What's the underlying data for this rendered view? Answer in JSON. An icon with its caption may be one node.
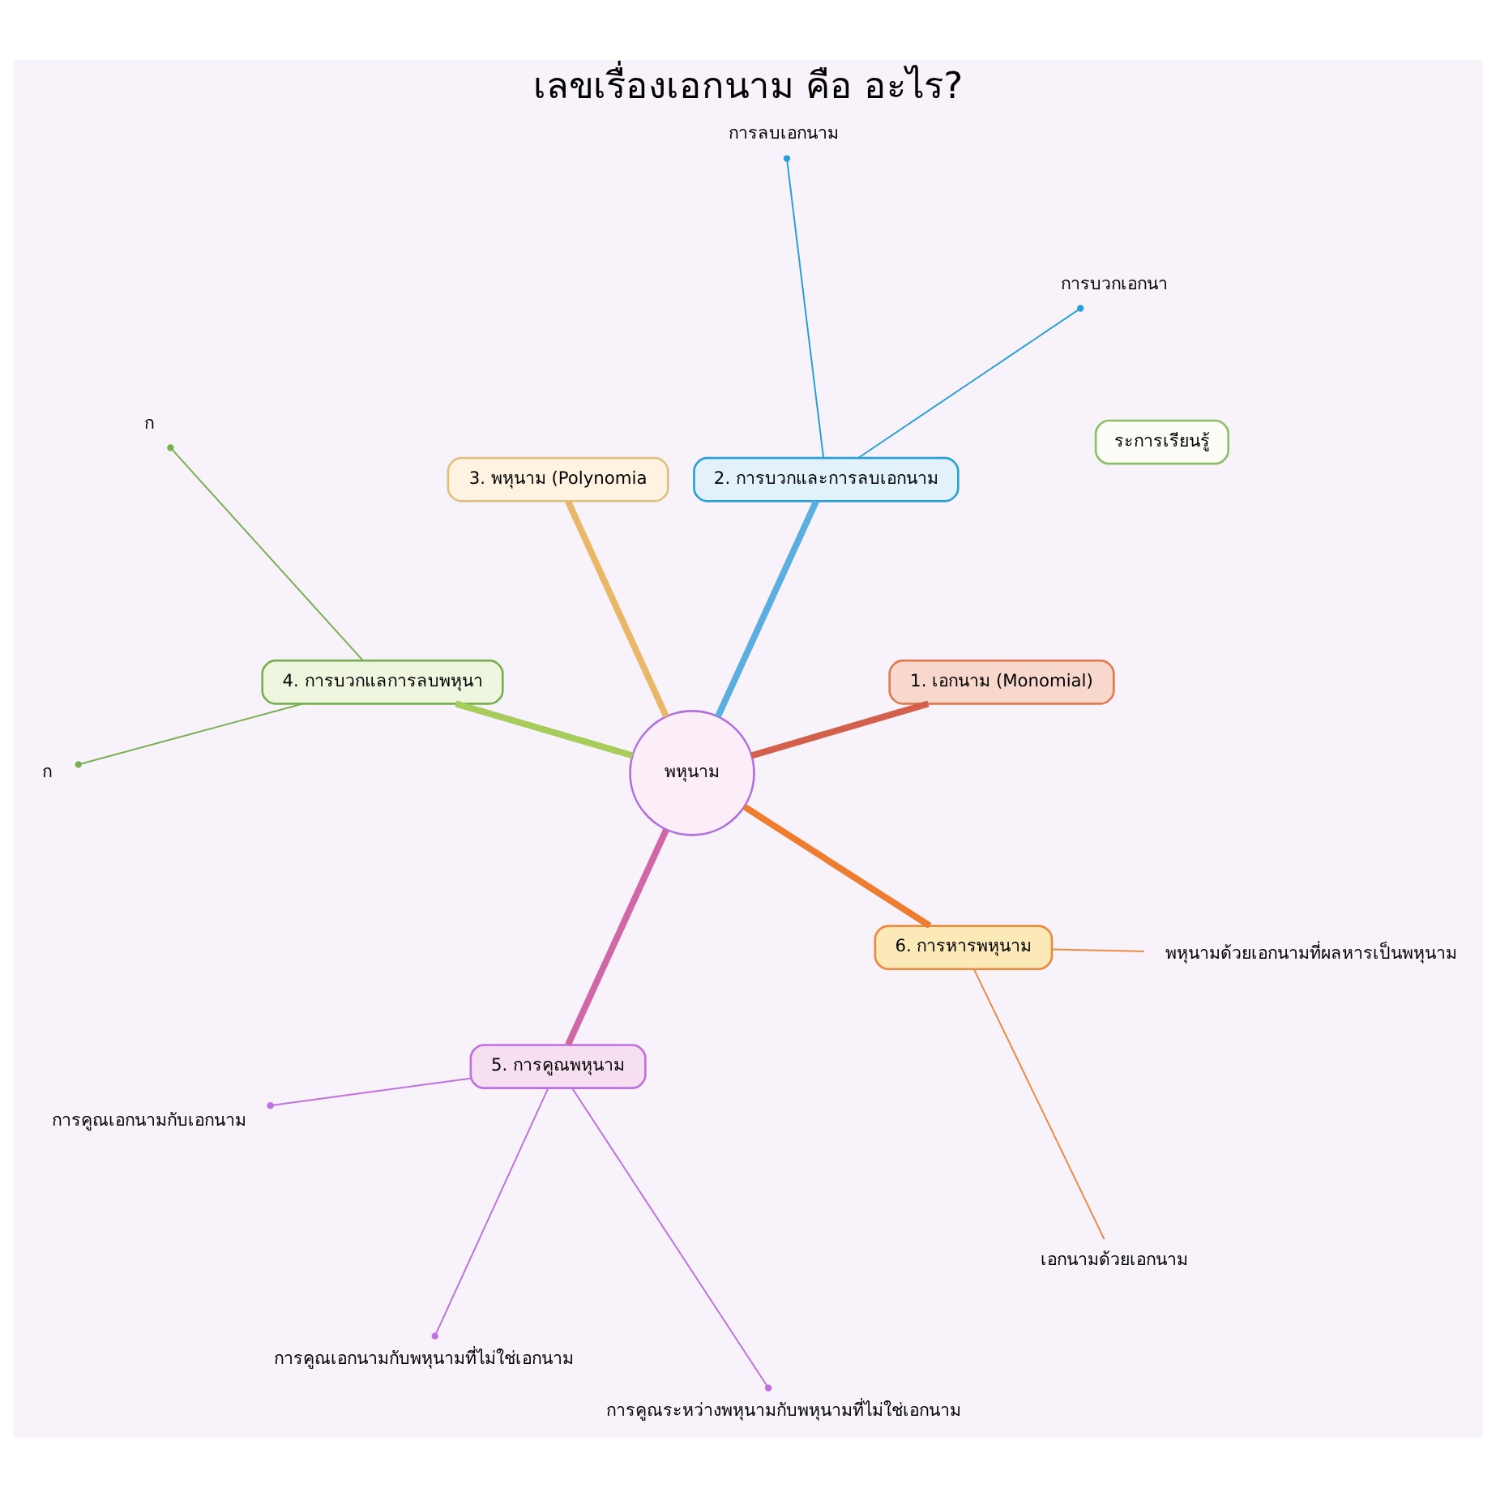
{
  "diagram": {
    "title": "เลขเรื่องเอกนาม คือ อะไร?",
    "nodes": [
      {
        "text": [
          "ระการเรียนรู้"
        ]
      },
      {
        "text": [
          "พหุนาม"
        ]
      },
      {
        "text": [
          "1. เอกนาม (Monomial)"
        ]
      },
      {
        "text": [
          "2. การบวกและการลบเอกนาม"
        ]
      },
      {
        "text": [
          "การบวกเอกนา"
        ]
      },
      {
        "text": [
          "การลบเอกนาม"
        ]
      },
      {
        "text": [
          "3. พหุนาม (Polynomia"
        ]
      },
      {
        "text": [
          "4. การบวกแลการลบพหุนา"
        ]
      },
      {
        "text": [
          "ก"
        ]
      },
      {
        "text": [
          "ก"
        ]
      },
      {
        "text": [
          "5. การคูณพหุนาม"
        ]
      },
      {
        "text": [
          "การคูณเอกนามกับเอกนาม"
        ]
      },
      {
        "text": [
          "การคูณเอกนามกับพหุนามที่ไม่ใช่เอกนาม"
        ]
      },
      {
        "text": [
          "การคูณระหว่างพหุนามกับพหุนามที่ไม่ใช่เอกนาม"
        ]
      },
      {
        "text": [
          "6. การหารพหุนาม"
        ]
      },
      {
        "text": [
          "เอกนามด้วยเอกนาม"
        ]
      },
      {
        "text": [
          "พหุนามด้วยเอกนามที่ผลหารเป็นพหุนาม"
        ]
      }
    ],
    "edges": [
      {
        "from": 1,
        "to": 2,
        "arrow": "none",
        "style": "thick",
        "color": "#d2604a"
      },
      {
        "from": 1,
        "to": 3,
        "arrow": "none",
        "style": "thick",
        "color": "#5aaee0"
      },
      {
        "from": 3,
        "to": 4,
        "arrow": "other",
        "color": "#2a9fd8"
      },
      {
        "from": 3,
        "to": 5,
        "arrow": "other",
        "color": "#2a9fd8"
      },
      {
        "from": 1,
        "to": 6,
        "arrow": "none",
        "style": "thick",
        "color": "#e8b868"
      },
      {
        "from": 1,
        "to": 7,
        "arrow": "none",
        "style": "thick",
        "color": "#a8cc5c"
      },
      {
        "from": 7,
        "to": 8,
        "arrow": "other",
        "color": "#78b050"
      },
      {
        "from": 7,
        "to": 9,
        "arrow": "other",
        "color": "#78b050"
      },
      {
        "from": 1,
        "to": 10,
        "arrow": "none",
        "style": "thick",
        "color": "#d068a8"
      },
      {
        "from": 10,
        "to": 11,
        "arrow": "other",
        "color": "#c070e0"
      },
      {
        "from": 10,
        "to": 12,
        "arrow": "other",
        "color": "#c070e0"
      },
      {
        "from": 10,
        "to": 13,
        "arrow": "other",
        "color": "#c070e0"
      },
      {
        "from": 1,
        "to": 14,
        "arrow": "none",
        "style": "thick",
        "color": "#ee7d30"
      },
      {
        "from": 14,
        "to": 15,
        "arrow": "none",
        "color": "#ee8a40"
      },
      {
        "from": 14,
        "to": 16,
        "arrow": "none",
        "color": "#ee8a40"
      }
    ]
  }
}
